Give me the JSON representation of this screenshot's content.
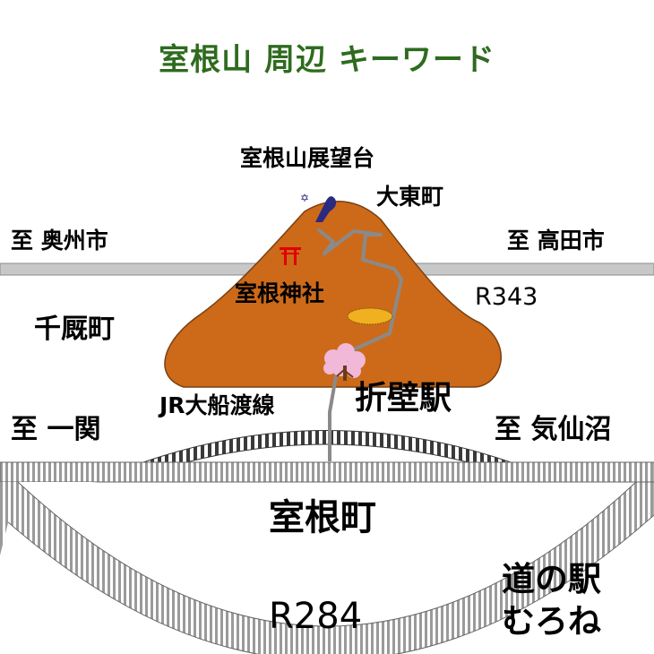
{
  "title": "室根山 周辺 キーワード",
  "colors": {
    "title": "#2E6B1E",
    "mountain": "#CC6A1A",
    "road": "#C8C8C8",
    "railway": "#B0B0B0",
    "trail": "#8A8A8A",
    "torii": "#E00000",
    "pond": "#F0B020",
    "blossom": "#F2B8D8",
    "observatory": "#2A2A80"
  },
  "labels": {
    "observatory": "室根山展望台",
    "daito": "大東町",
    "to_oshu": "至 奥州市",
    "to_takata": "至 高田市",
    "shrine": "室根神社",
    "r343": "R343",
    "senmaya": "千厩町",
    "jr_line": "JR大船渡線",
    "orikabe": "折壁駅",
    "to_ichinoseki": "至 一関",
    "to_kesennuma": "至 気仙沼",
    "murone_town": "室根町",
    "r284": "R284",
    "michinoeki_line1": "道の駅",
    "michinoeki_line2": "むろね"
  },
  "icons": {
    "observatory": "observatory-icon",
    "shrine": "torii-icon",
    "pond": "pond-icon",
    "station": "cherry-blossom-icon"
  }
}
